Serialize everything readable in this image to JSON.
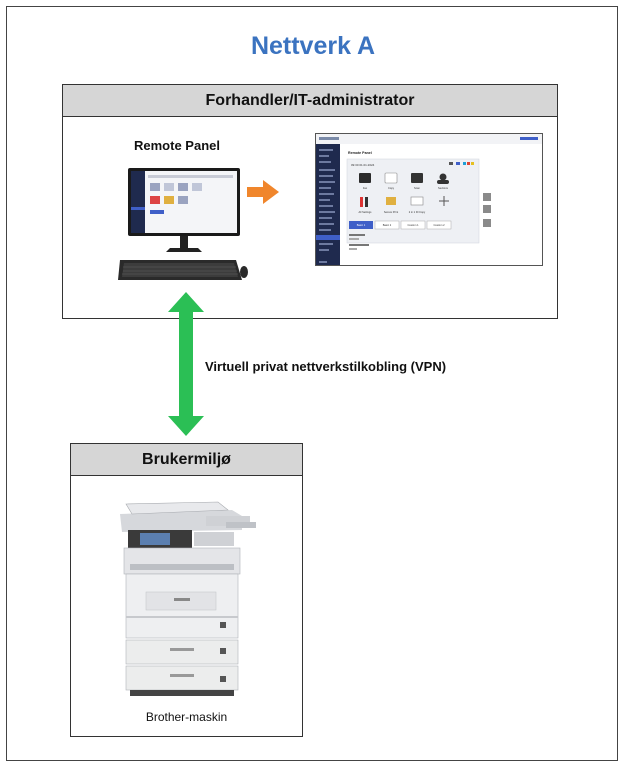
{
  "title": "Nettverk A",
  "dealer_box": {
    "header": "Forhandler/IT-administrator",
    "remote_panel_label": "Remote Panel"
  },
  "connection": {
    "label": "Virtuell privat nettverkstilkobling (VPN)"
  },
  "user_box": {
    "header": "Brukermiljø",
    "machine_label": "Brother-maskin"
  },
  "remote_panel_screen": {
    "heading": "Remote Panel",
    "date": "09:30 01.01.2024",
    "tiles": [
      "Fax",
      "Copy",
      "Scan",
      "Sections",
      "All Settings",
      "Secure Print",
      "2 in 1 ID Copy"
    ],
    "tabs": [
      "Basic 1",
      "Basic 2",
      "Custom 1",
      "Custom 2"
    ]
  },
  "colors": {
    "title": "#3b73c0",
    "header_fill": "#d6d6d6",
    "vpn_arrow": "#2bbf55",
    "remote_arrow": "#f0862c",
    "sidebar": "#1f2a4e",
    "screen_accent": "#3f5fc8"
  },
  "icons": [
    "desktop-computer-icon",
    "keyboard-icon",
    "right-arrow-icon",
    "double-headed-arrow-icon",
    "printer-icon"
  ]
}
